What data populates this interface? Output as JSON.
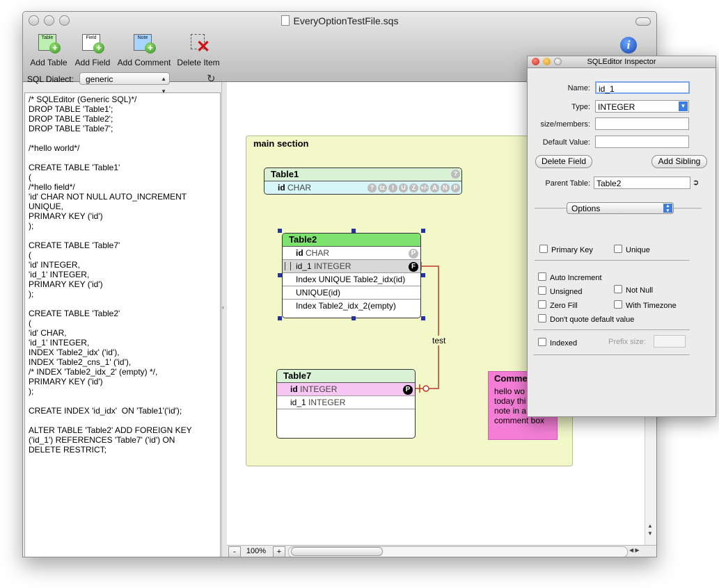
{
  "window": {
    "title": "EveryOptionTestFile.sqs"
  },
  "toolbar": {
    "add_table": "Add Table",
    "add_table_icon_text": "Table",
    "add_field": "Add Field",
    "add_field_icon_text": "Field",
    "add_comment": "Add Comment",
    "add_comment_icon_text": "Note",
    "delete_item": "Delete Item",
    "info_icon_text": "i"
  },
  "left": {
    "dialect_label": "SQL Dialect:",
    "dialect_value": "generic",
    "sql_lines": [
      "/* SQLEditor (Generic SQL)*/",
      "DROP TABLE 'Table1';",
      "DROP TABLE 'Table2';",
      "DROP TABLE 'Table7';",
      "",
      "/*hello world*/",
      "",
      "CREATE TABLE 'Table1'",
      "(",
      "/*hello field*/",
      "'id' CHAR NOT NULL AUTO_INCREMENT",
      "UNIQUE,",
      "PRIMARY KEY ('id')",
      ");",
      "",
      "CREATE TABLE 'Table7'",
      "(",
      "'id' INTEGER,",
      "'id_1' INTEGER,",
      "PRIMARY KEY ('id')",
      ");",
      "",
      "CREATE TABLE 'Table2'",
      "(",
      "'id' CHAR,",
      "'id_1' INTEGER,",
      "INDEX 'Table2_idx' ('id'),",
      "INDEX 'Table2_cns_1' ('id'),",
      "/* INDEX 'Table2_idx_2' (empty) */,",
      "PRIMARY KEY ('id')",
      ");",
      "",
      "CREATE INDEX 'id_idx'  ON 'Table1'('id');",
      "",
      "ALTER TABLE 'Table2' ADD FOREIGN KEY",
      "('id_1') REFERENCES 'Table7' ('id') ON",
      "DELETE RESTRICT;"
    ]
  },
  "canvas": {
    "section_title": "main section",
    "zoom": "100%",
    "zoom_out": "-",
    "zoom_in": "+",
    "relation_label": "test",
    "table1": {
      "name": "Table1",
      "help_badge": "?",
      "field_name": "id",
      "field_type": "CHAR",
      "badges": [
        "?",
        "tz",
        "I",
        "U",
        "Z",
        "+/-",
        "A",
        "N",
        "P"
      ]
    },
    "table2": {
      "name": "Table2",
      "rows": [
        {
          "name": "id",
          "type": "CHAR",
          "badge": "P"
        },
        {
          "name": "id_1",
          "type": "INTEGER",
          "badge": "F"
        }
      ],
      "indexes": [
        "Index UNIQUE Table2_idx(id)",
        "UNIQUE(id)",
        "Index Table2_idx_2(empty)"
      ]
    },
    "table7": {
      "name": "Table7",
      "rows": [
        {
          "name": "id",
          "type": "INTEGER",
          "badge": "P"
        },
        {
          "name": "id_1",
          "type": "INTEGER",
          "badge": ""
        }
      ]
    },
    "comment": {
      "title": "Comme",
      "lines": [
        "hello wo",
        "today thi",
        "note in a",
        "comment box"
      ]
    }
  },
  "inspector": {
    "title": "SQLEditor Inspector",
    "name_label": "Name:",
    "name_value": "id_1",
    "type_label": "Type:",
    "type_value": "INTEGER",
    "size_label": "size/members:",
    "default_label": "Default Value:",
    "delete_field": "Delete Field",
    "add_sibling": "Add Sibling",
    "parent_label": "Parent Table:",
    "parent_value": "Table2",
    "options_label": "Options",
    "primary_key": "Primary Key",
    "unique": "Unique",
    "auto_increment": "Auto Increment",
    "unsigned": "Unsigned",
    "not_null": "Not Null",
    "zero_fill": "Zero Fill",
    "with_timezone": "With Timezone",
    "dont_quote": "Don't quote default value",
    "indexed": "Indexed",
    "prefix_size": "Prefix size:"
  },
  "colors": {
    "section_bg": "#f3f8c9",
    "table1_header": "#d9f2d6",
    "table2_header": "#7ee36e",
    "table7_header": "#d9f2d6",
    "highlight_row": "#f7c6f2",
    "relation": "#c0392b",
    "comment_bg": "#f47ed6"
  }
}
